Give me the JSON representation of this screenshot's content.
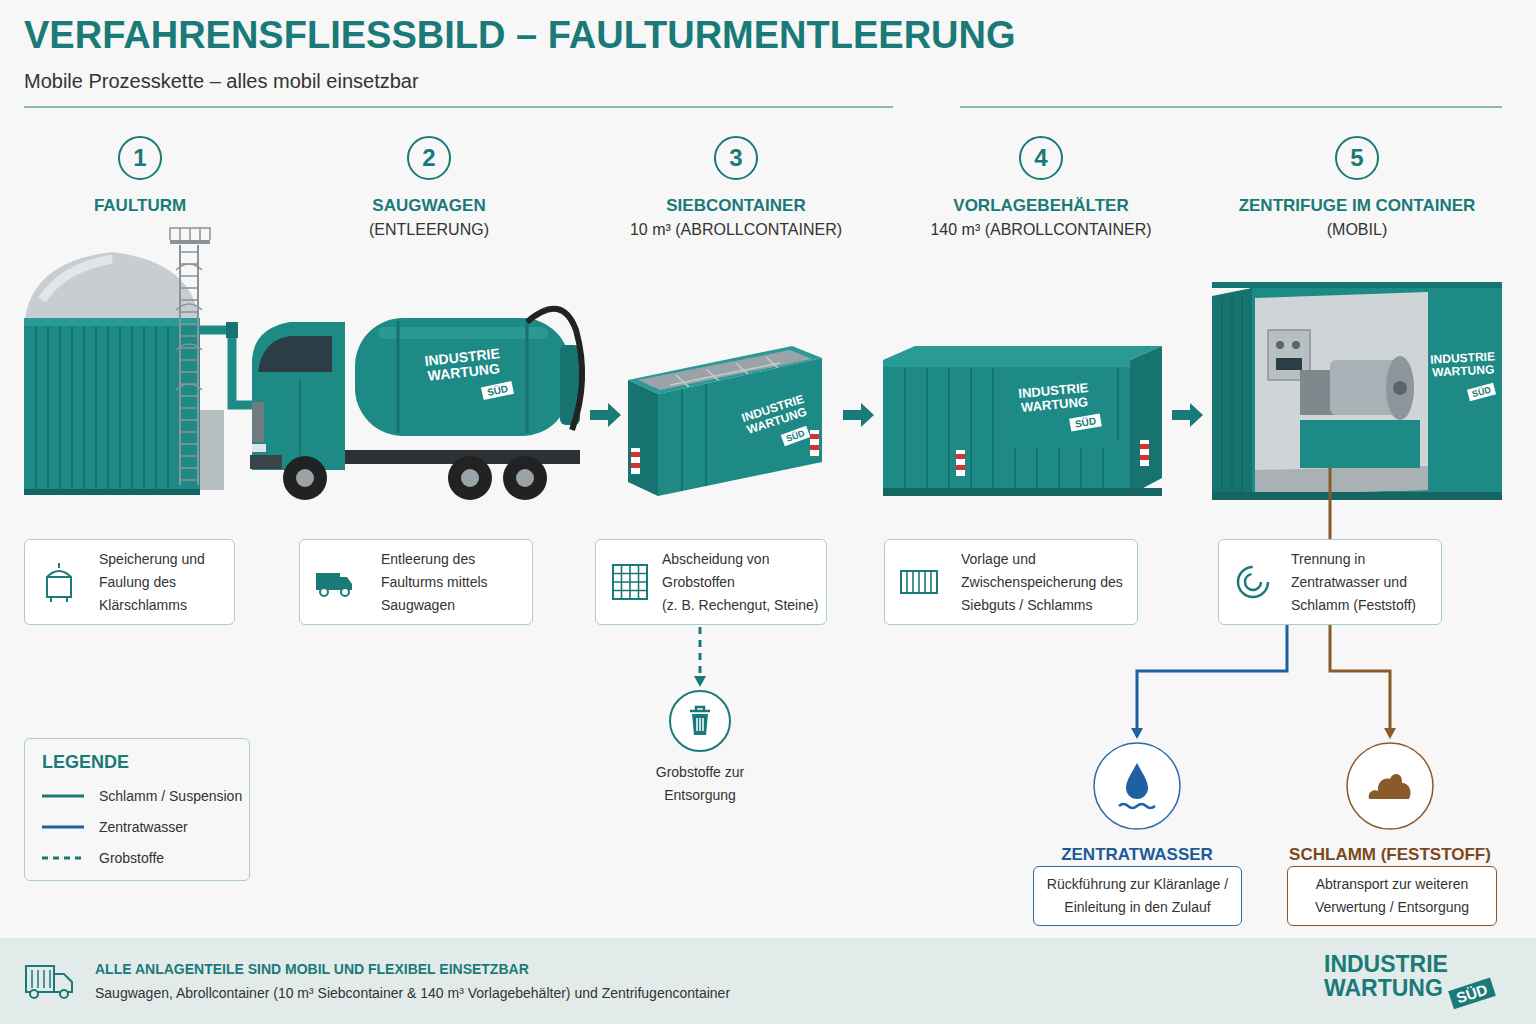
{
  "diagram": {
    "title": "VERFAHRENSFLIESSBILD – FAULTURMENTLEERUNG",
    "caption": "Mobile Prozesskette – alles mobil einsetzbar",
    "nodes": [
      {
        "text": [
          "1"
        ]
      },
      {
        "text": [
          "2"
        ]
      },
      {
        "text": [
          "3"
        ]
      },
      {
        "text": [
          "4"
        ]
      },
      {
        "text": [
          "5"
        ]
      },
      {
        "text": [
          "Speicherung und Faulung des Klärschlamms"
        ]
      },
      {
        "text": [
          "Entleerung des Faulturms mittels Saugwagen"
        ]
      },
      {
        "text": [
          "Abscheidung von Grobstoffen",
          "(z. B. Rechengut, Steine)"
        ]
      },
      {
        "text": [
          "Vorlage und Zwischenspeicherung des Siebguts / Schlamms"
        ]
      },
      {
        "text": [
          "Trennung in Zentratwasser und Schlamm (Feststoff)"
        ]
      },
      {
        "text": [
          "Grobstoffe zur Entsorgung"
        ]
      },
      {
        "text": [
          "ZENTRATWASSER"
        ]
      },
      {
        "text": [
          "Rückführung zur Kläranlage / Einleitung in den Zulauf"
        ]
      },
      {
        "text": [
          "SCHLAMM (FESTSTOFF)"
        ]
      },
      {
        "text": [
          "Abtransport zur weiteren Verwertung / Entsorgung"
        ]
      },
      {
        "text": [
          "ALLE ANLAGENTEILE SIND MOBIL UND FLEXIBEL EINSETZBAR",
          "Saugwagen, Abrollcontainer (10 m³ Siebcontainer & 140 m³ Vorlagebehälter) und Zentrifugencontainer"
        ]
      }
    ],
    "edges": [
      {
        "from": 7,
        "to": 10,
        "arrow": "to"
      },
      {
        "from": 9,
        "to": 11,
        "arrow": "to"
      },
      {
        "from": 9,
        "to": 13,
        "arrow": "to"
      }
    ],
    "labels": [
      "FAULTURM",
      "SAUGWAGEN",
      "(ENTLEERUNG)",
      "SIEBCONTAINER",
      "10 m³ (ABROLLCONTAINER)",
      "VORLAGEBEHÄLTER",
      "140 m³ (ABROLLCONTAINER)",
      "ZENTRIFUGE IM CONTAINER",
      "(MOBIL)",
      "INDUSTRIE WARTUNG",
      "SÜD",
      "INDUSTRIE WARTUNG",
      "SÜD",
      "INDUSTRIE WARTUNG",
      "SÜD",
      "INDUSTRIE WARTUNG",
      "SÜD",
      "LEGENDE",
      "INDUSTRIE WARTUNG",
      "SÜD"
    ],
    "legend": [
      {
        "text": "Schlamm / Suspension"
      },
      {
        "text": "Zentratwasser"
      },
      {
        "text": "Grobstoffe"
      }
    ]
  }
}
